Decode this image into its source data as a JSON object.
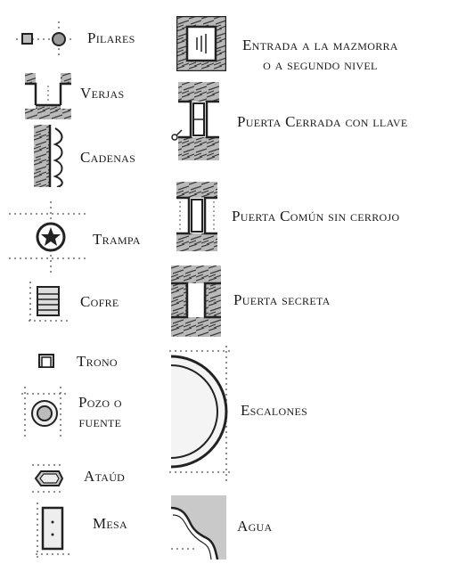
{
  "legend": {
    "left": [
      {
        "id": "pilares",
        "label": "Pilares",
        "icon": "pillar-icon"
      },
      {
        "id": "verjas",
        "label": "Verjas",
        "icon": "portcullis-icon"
      },
      {
        "id": "cadenas",
        "label": "Cadenas",
        "icon": "chains-icon"
      },
      {
        "id": "trampa",
        "label": "Trampa",
        "icon": "trap-icon"
      },
      {
        "id": "cofre",
        "label": "Cofre",
        "icon": "chest-icon"
      },
      {
        "id": "trono",
        "label": "Trono",
        "icon": "throne-icon"
      },
      {
        "id": "pozo",
        "label": "Pozo o\nfuente",
        "icon": "well-icon"
      },
      {
        "id": "ataud",
        "label": "Ataúd",
        "icon": "coffin-icon"
      },
      {
        "id": "mesa",
        "label": "Mesa",
        "icon": "table-icon"
      }
    ],
    "right": [
      {
        "id": "entrada",
        "label": "Entrada a la mazmorra\no a segundo nivel",
        "icon": "stairs-entrance-icon"
      },
      {
        "id": "puerta-cerrada",
        "label": "Puerta Cerrada con llave",
        "icon": "locked-door-icon"
      },
      {
        "id": "puerta-comun",
        "label": "Puerta Común sin cerrojo",
        "icon": "door-icon"
      },
      {
        "id": "puerta-secreta",
        "label": "Puerta secreta",
        "icon": "secret-door-icon"
      },
      {
        "id": "escalones",
        "label": "Escalones",
        "icon": "steps-icon"
      },
      {
        "id": "agua",
        "label": "Agua",
        "icon": "water-icon"
      }
    ]
  }
}
